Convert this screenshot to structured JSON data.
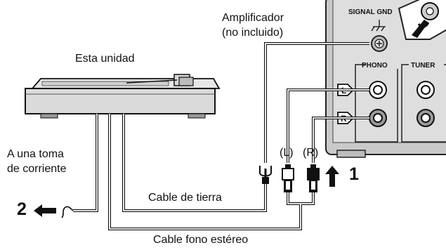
{
  "labels": {
    "amplifier_line1": "Amplificador",
    "amplifier_line2": "(no incluido)",
    "this_unit": "Esta unidad",
    "outlet_line1": "A una toma",
    "outlet_line2": "de corriente",
    "ground_cable": "Cable de tierra",
    "phono_cable": "Cable fono estéreo",
    "left_channel": "(L)",
    "right_channel": "(R)"
  },
  "panel": {
    "signal_gnd": "SIGNAL GND",
    "phono": "PHONO",
    "tuner": "TUNER",
    "jack_left": "L",
    "jack_right": "R"
  },
  "steps": {
    "step1": "1",
    "step2": "2"
  },
  "icons": {
    "ground_symbol": "ground-icon",
    "screwdriver_inset": "screwdriver-icon",
    "arrow_up": "arrow-up-icon",
    "arrow_left": "arrow-left-icon",
    "plug": "power-plug-icon",
    "spade_lug": "spade-lug-icon",
    "rca_plug": "rca-plug-icon"
  }
}
